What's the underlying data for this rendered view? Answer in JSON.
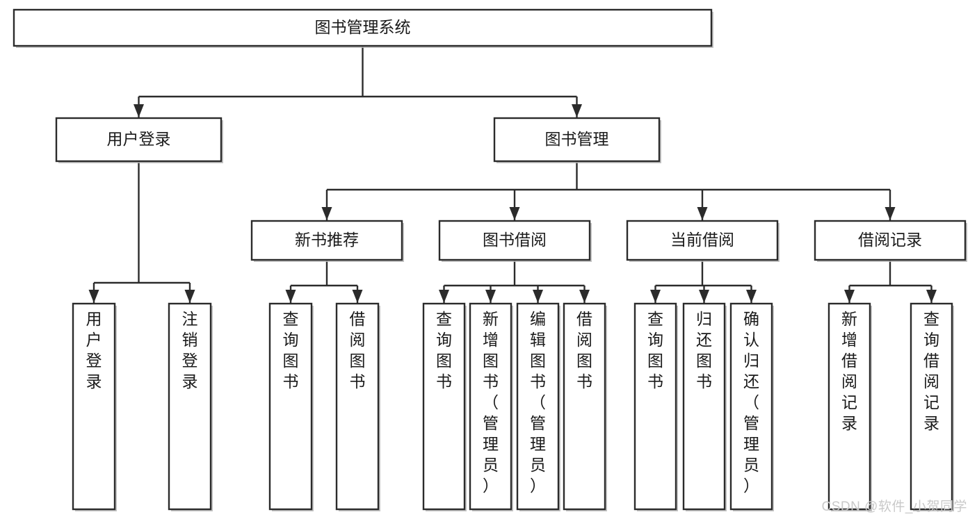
{
  "diagram": {
    "title": "图书管理系统",
    "watermark": "CSDN @软件_小贺同学",
    "type": "tree-hierarchy-flowchart",
    "orientation": "top-down",
    "theme": {
      "background": "#ffffff",
      "box_fill": "#ffffff",
      "box_stroke": "#2b2b2b",
      "connector": "#2b2b2b",
      "text": "#1a1a1a",
      "shadow": "#b9b9b9",
      "watermark_color": "#c9c9c9"
    },
    "root": {
      "id": "root",
      "label": "图书管理系统",
      "text_orientation": "horizontal"
    },
    "level2": [
      {
        "id": "user-login",
        "label": "用户登录",
        "text_orientation": "horizontal"
      },
      {
        "id": "book-manage",
        "label": "图书管理",
        "text_orientation": "horizontal"
      }
    ],
    "level3": [
      {
        "id": "new-book-rec",
        "label": "新书推荐",
        "parent": "book-manage",
        "text_orientation": "horizontal"
      },
      {
        "id": "book-borrow",
        "label": "图书借阅",
        "parent": "book-manage",
        "text_orientation": "horizontal"
      },
      {
        "id": "current-borrow",
        "label": "当前借阅",
        "parent": "book-manage",
        "text_orientation": "horizontal"
      },
      {
        "id": "borrow-record",
        "label": "借阅记录",
        "parent": "book-manage",
        "text_orientation": "horizontal"
      }
    ],
    "leaves": [
      {
        "id": "leaf-user-login",
        "label": "用户登录",
        "parent": "user-login",
        "text_orientation": "vertical"
      },
      {
        "id": "leaf-logout-login",
        "label": "注销登录",
        "parent": "user-login",
        "text_orientation": "vertical"
      },
      {
        "id": "leaf-query-book-1",
        "label": "查询图书",
        "parent": "new-book-rec",
        "text_orientation": "vertical"
      },
      {
        "id": "leaf-borrow-book-1",
        "label": "借阅图书",
        "parent": "new-book-rec",
        "text_orientation": "vertical"
      },
      {
        "id": "leaf-query-book-2",
        "label": "查询图书",
        "parent": "book-borrow",
        "text_orientation": "vertical"
      },
      {
        "id": "leaf-add-book",
        "label": "新增图书（管理员）",
        "parent": "book-borrow",
        "text_orientation": "vertical"
      },
      {
        "id": "leaf-edit-book",
        "label": "编辑图书（管理员）",
        "parent": "book-borrow",
        "text_orientation": "vertical"
      },
      {
        "id": "leaf-borrow-book-2",
        "label": "借阅图书",
        "parent": "book-borrow",
        "text_orientation": "vertical"
      },
      {
        "id": "leaf-query-book-3",
        "label": "查询图书",
        "parent": "current-borrow",
        "text_orientation": "vertical"
      },
      {
        "id": "leaf-return-book",
        "label": "归还图书",
        "parent": "current-borrow",
        "text_orientation": "vertical"
      },
      {
        "id": "leaf-confirm-return",
        "label": "确认归还（管理员）",
        "parent": "current-borrow",
        "text_orientation": "vertical"
      },
      {
        "id": "leaf-add-record",
        "label": "新增借阅记录",
        "parent": "borrow-record",
        "text_orientation": "vertical"
      },
      {
        "id": "leaf-query-record",
        "label": "查询借阅记录",
        "parent": "borrow-record",
        "text_orientation": "vertical"
      }
    ]
  }
}
